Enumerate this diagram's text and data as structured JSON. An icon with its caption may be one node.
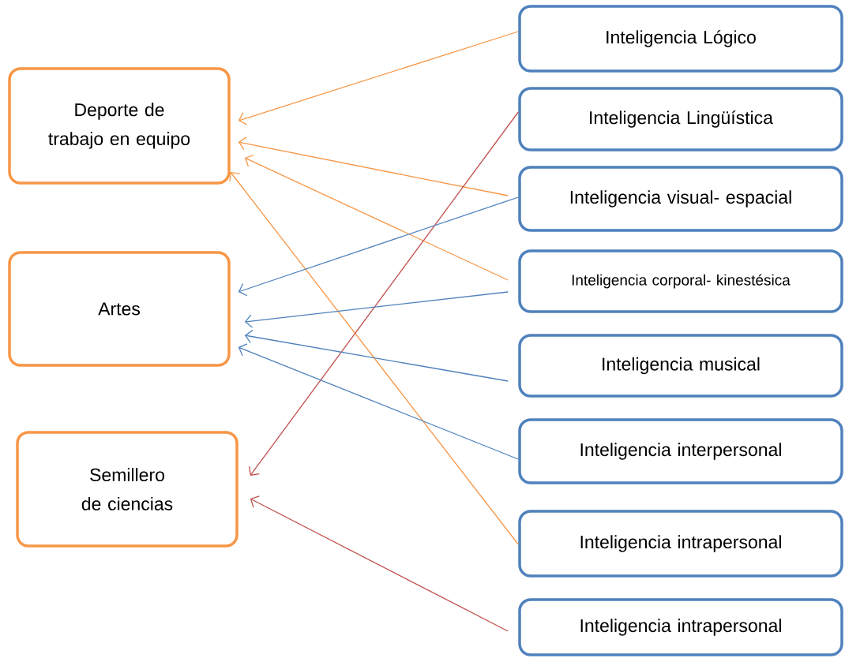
{
  "diagram": {
    "nodes": [
      {
        "text": [
          "Deporte de trabajo en equipo"
        ]
      },
      {
        "text": [
          "Artes"
        ]
      },
      {
        "text": [
          "Semillero de ciencias"
        ]
      },
      {
        "text": [
          "Inteligencia Lógico"
        ]
      },
      {
        "text": [
          "Inteligencia Lingüística"
        ]
      },
      {
        "text": [
          "Inteligencia visual- espacial"
        ]
      },
      {
        "text": [
          "Inteligencia corporal- kinestésica"
        ]
      },
      {
        "text": [
          "Inteligencia musical"
        ]
      },
      {
        "text": [
          "Inteligencia interpersonal"
        ]
      },
      {
        "text": [
          "Inteligencia intrapersonal"
        ]
      },
      {
        "text": [
          "Inteligencia intrapersonal"
        ]
      }
    ],
    "edges": [
      {
        "from": 3,
        "to": 0,
        "arrow": "to",
        "color": "#f79646"
      },
      {
        "from": 5,
        "to": 0,
        "arrow": "to",
        "color": "#f79646"
      },
      {
        "from": 6,
        "to": 0,
        "arrow": "to",
        "color": "#f79646"
      },
      {
        "from": 9,
        "to": 0,
        "arrow": "to",
        "color": "#f79646"
      },
      {
        "from": 4,
        "to": 2,
        "arrow": "to",
        "color": "#c0504d"
      },
      {
        "from": 10,
        "to": 2,
        "arrow": "to",
        "color": "#c0504d"
      },
      {
        "from": 5,
        "to": 1,
        "arrow": "to",
        "color": "#4f81bd"
      },
      {
        "from": 6,
        "to": 1,
        "arrow": "to",
        "color": "#4f81bd"
      },
      {
        "from": 7,
        "to": 1,
        "arrow": "to",
        "color": "#4f81bd"
      },
      {
        "from": 8,
        "to": 1,
        "arrow": "to",
        "color": "#4f81bd"
      }
    ]
  }
}
